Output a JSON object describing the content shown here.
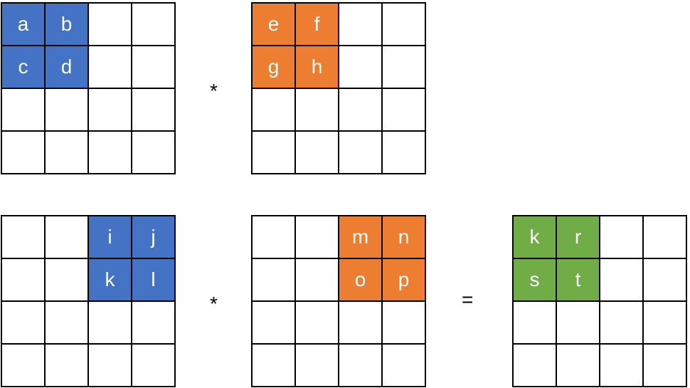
{
  "colors": {
    "blue": "#4472c4",
    "orange": "#ed7d31",
    "green": "#70ad47"
  },
  "operators": {
    "multiply_top": "*",
    "multiply_bottom": "*",
    "equals": "="
  },
  "grids": {
    "top_left": {
      "rows": [
        [
          {
            "text": "a",
            "color": "blue"
          },
          {
            "text": "b",
            "color": "blue"
          },
          {
            "text": "",
            "color": "white"
          },
          {
            "text": "",
            "color": "white"
          }
        ],
        [
          {
            "text": "c",
            "color": "blue"
          },
          {
            "text": "d",
            "color": "blue"
          },
          {
            "text": "",
            "color": "white"
          },
          {
            "text": "",
            "color": "white"
          }
        ],
        [
          {
            "text": "",
            "color": "white"
          },
          {
            "text": "",
            "color": "white"
          },
          {
            "text": "",
            "color": "white"
          },
          {
            "text": "",
            "color": "white"
          }
        ],
        [
          {
            "text": "",
            "color": "white"
          },
          {
            "text": "",
            "color": "white"
          },
          {
            "text": "",
            "color": "white"
          },
          {
            "text": "",
            "color": "white"
          }
        ]
      ]
    },
    "top_right": {
      "rows": [
        [
          {
            "text": "e",
            "color": "orange"
          },
          {
            "text": "f",
            "color": "orange"
          },
          {
            "text": "",
            "color": "white"
          },
          {
            "text": "",
            "color": "white"
          }
        ],
        [
          {
            "text": "g",
            "color": "orange"
          },
          {
            "text": "h",
            "color": "orange"
          },
          {
            "text": "",
            "color": "white"
          },
          {
            "text": "",
            "color": "white"
          }
        ],
        [
          {
            "text": "",
            "color": "white"
          },
          {
            "text": "",
            "color": "white"
          },
          {
            "text": "",
            "color": "white"
          },
          {
            "text": "",
            "color": "white"
          }
        ],
        [
          {
            "text": "",
            "color": "white"
          },
          {
            "text": "",
            "color": "white"
          },
          {
            "text": "",
            "color": "white"
          },
          {
            "text": "",
            "color": "white"
          }
        ]
      ]
    },
    "bottom_left": {
      "rows": [
        [
          {
            "text": "",
            "color": "white"
          },
          {
            "text": "",
            "color": "white"
          },
          {
            "text": "i",
            "color": "blue"
          },
          {
            "text": "j",
            "color": "blue"
          }
        ],
        [
          {
            "text": "",
            "color": "white"
          },
          {
            "text": "",
            "color": "white"
          },
          {
            "text": "k",
            "color": "blue"
          },
          {
            "text": "l",
            "color": "blue"
          }
        ],
        [
          {
            "text": "",
            "color": "white"
          },
          {
            "text": "",
            "color": "white"
          },
          {
            "text": "",
            "color": "white"
          },
          {
            "text": "",
            "color": "white"
          }
        ],
        [
          {
            "text": "",
            "color": "white"
          },
          {
            "text": "",
            "color": "white"
          },
          {
            "text": "",
            "color": "white"
          },
          {
            "text": "",
            "color": "white"
          }
        ]
      ]
    },
    "bottom_middle": {
      "rows": [
        [
          {
            "text": "",
            "color": "white"
          },
          {
            "text": "",
            "color": "white"
          },
          {
            "text": "m",
            "color": "orange"
          },
          {
            "text": "n",
            "color": "orange"
          }
        ],
        [
          {
            "text": "",
            "color": "white"
          },
          {
            "text": "",
            "color": "white"
          },
          {
            "text": "o",
            "color": "orange"
          },
          {
            "text": "p",
            "color": "orange"
          }
        ],
        [
          {
            "text": "",
            "color": "white"
          },
          {
            "text": "",
            "color": "white"
          },
          {
            "text": "",
            "color": "white"
          },
          {
            "text": "",
            "color": "white"
          }
        ],
        [
          {
            "text": "",
            "color": "white"
          },
          {
            "text": "",
            "color": "white"
          },
          {
            "text": "",
            "color": "white"
          },
          {
            "text": "",
            "color": "white"
          }
        ]
      ]
    },
    "bottom_result": {
      "rows": [
        [
          {
            "text": "k",
            "color": "green"
          },
          {
            "text": "r",
            "color": "green"
          },
          {
            "text": "",
            "color": "white"
          },
          {
            "text": "",
            "color": "white"
          }
        ],
        [
          {
            "text": "s",
            "color": "green"
          },
          {
            "text": "t",
            "color": "green"
          },
          {
            "text": "",
            "color": "white"
          },
          {
            "text": "",
            "color": "white"
          }
        ],
        [
          {
            "text": "",
            "color": "white"
          },
          {
            "text": "",
            "color": "white"
          },
          {
            "text": "",
            "color": "white"
          },
          {
            "text": "",
            "color": "white"
          }
        ],
        [
          {
            "text": "",
            "color": "white"
          },
          {
            "text": "",
            "color": "white"
          },
          {
            "text": "",
            "color": "white"
          },
          {
            "text": "",
            "color": "white"
          }
        ]
      ]
    }
  }
}
